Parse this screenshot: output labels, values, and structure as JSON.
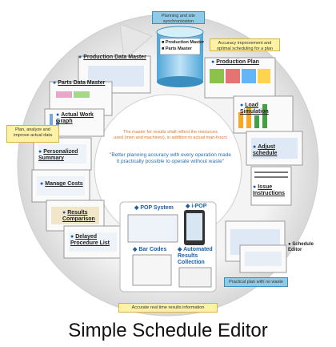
{
  "callouts": {
    "planning": "Planning and site synchronization",
    "accuracy": "Accuracy improvement and optimal scheduling for a plan",
    "plan_analyze": "Plan, analyze and improve actual data",
    "practical": "Practical plan with no waste",
    "realtime": "Accurate real time results information"
  },
  "database": {
    "item1": "Production Master",
    "item2": "Parts Master"
  },
  "modules": {
    "production_data_master": "Production Data Master",
    "parts_data_master": "Parts Data Master",
    "actual_work_graph": "Actual Work Graph",
    "personalized_summary": "Personalized Summary",
    "manage_costs": "Manage Costs",
    "results_comparison": "Results Comparison",
    "delayed_procedure_list": "Delayed Procedure List",
    "production_plan": "Production Plan",
    "load_simulation": "Load Simulation",
    "adjust_schedule": "Adjust schedule",
    "issue_instructions": "Issue Instructions"
  },
  "center": {
    "line1": "The master for results shall reflect the resources",
    "line2": "used (men and machines), in addition to actual man-hours",
    "quote1": "\"Better planning accuracy with every operation made",
    "quote2": "it practically possible to operate without waste\""
  },
  "inner": {
    "pop_system": "POP System",
    "ipop": "i-POP",
    "bar_codes": "Bar Codes",
    "automated": "Automated Results Collection"
  },
  "side": {
    "schedule_editor": "Schedule Editor"
  },
  "title": "Simple Schedule Editor",
  "colors": {
    "ring": "#ececec",
    "callout_yellow": "#fff2a6",
    "callout_blue": "#8fcbe9",
    "accent_blue": "#1a5fa8",
    "center_orange": "#d9762b",
    "center_blue": "#2a6db3"
  }
}
